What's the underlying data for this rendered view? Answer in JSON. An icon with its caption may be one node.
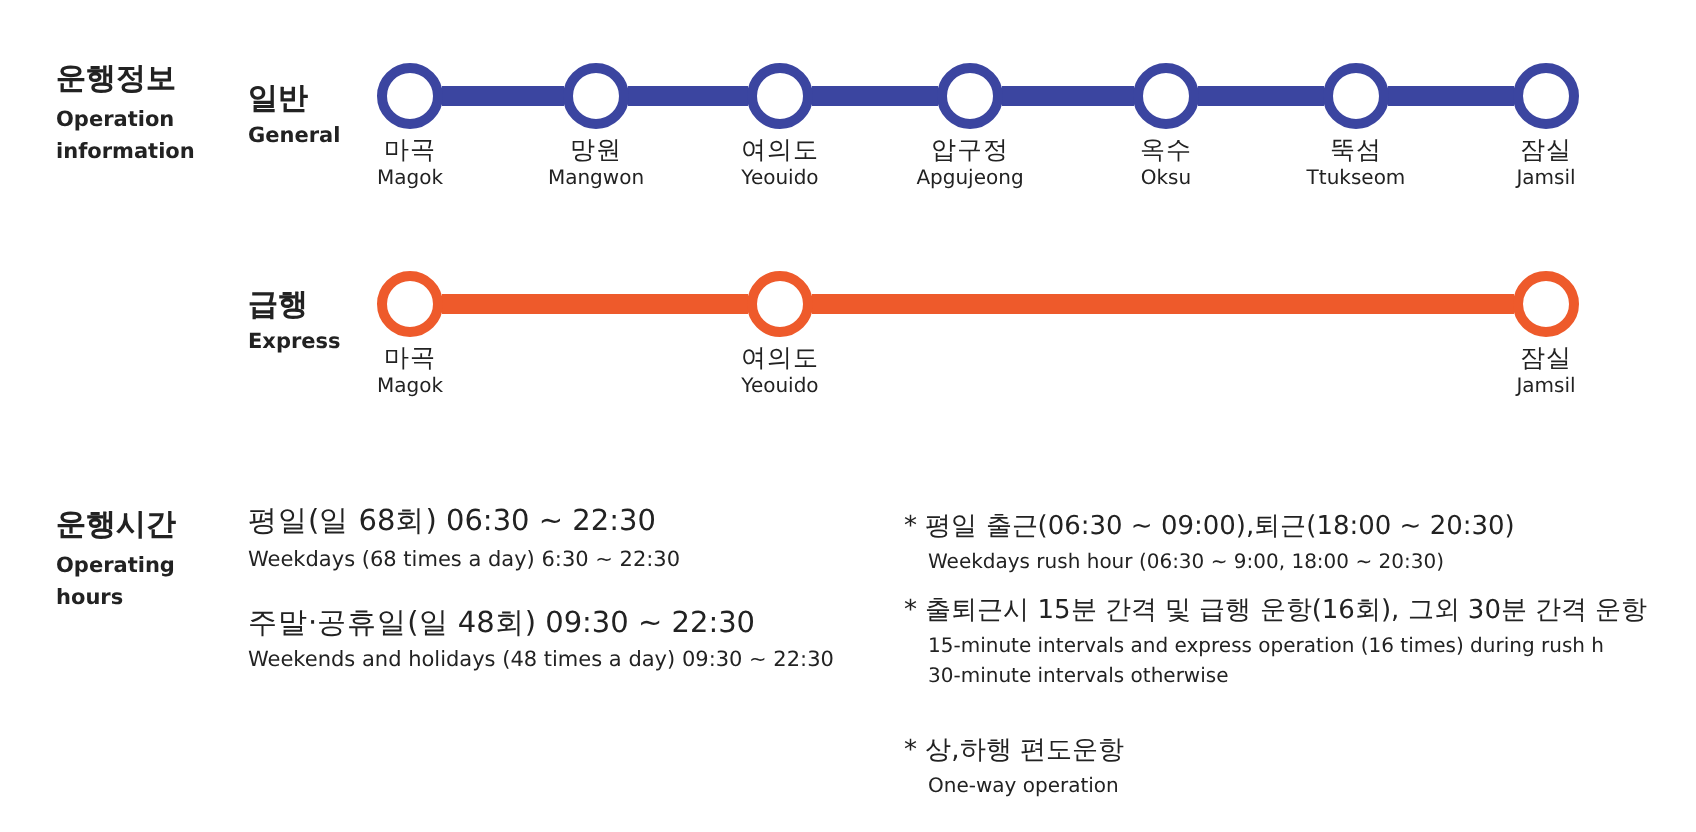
{
  "diagram": {
    "nodes": [
      {
        "text": [
          "마곡",
          "Magok"
        ]
      },
      {
        "text": [
          "망원",
          "Mangwon"
        ]
      },
      {
        "text": [
          "여의도",
          "Yeouido"
        ]
      },
      {
        "text": [
          "압구정",
          "Apgujeong"
        ]
      },
      {
        "text": [
          "옥수",
          "Oksu"
        ]
      },
      {
        "text": [
          "뚝섬",
          "Ttukseom"
        ]
      },
      {
        "text": [
          "잠실",
          "Jamsil"
        ]
      },
      {
        "text": [
          "마곡",
          "Magok"
        ]
      },
      {
        "text": [
          "여의도",
          "Yeouido"
        ]
      },
      {
        "text": [
          "잠실",
          "Jamsil"
        ]
      }
    ],
    "edges": [
      {
        "from": 0,
        "to": 1,
        "arrow": "none"
      },
      {
        "from": 1,
        "to": 2,
        "arrow": "none"
      },
      {
        "from": 2,
        "to": 3,
        "arrow": "none"
      },
      {
        "from": 3,
        "to": 4,
        "arrow": "none"
      },
      {
        "from": 4,
        "to": 5,
        "arrow": "none"
      },
      {
        "from": 5,
        "to": 6,
        "arrow": "none"
      },
      {
        "from": 7,
        "to": 8,
        "arrow": "none",
        "color": "#ee5a2b"
      },
      {
        "from": 8,
        "to": 9,
        "arrow": "none",
        "color": "#ee5a2b"
      }
    ],
    "labels": [
      "운행정보",
      "Operation information",
      "일반",
      "General",
      "급행",
      "Express",
      "운행시간",
      "Operating hours",
      "평일(일 68회) 06:30 ~ 22:30",
      "Weekdays (68 times a day) 6:30 ~ 22:30",
      "* 평일 출근(06:30 ~ 09:00),퇴근(18:00 ~ 20:30)",
      "Weekdays rush hour (06:30 ~ 9:00, 18:00 ~ 20:30)",
      "* 출퇴근시 15분 간격 및 급행 운항(16회), 그외 30분 간격 운항",
      "15-minute intervals and express operation (16 times) during rush h 30-minute intervals otherwise",
      "주말·공휴일(일 48회) 09:30 ~ 22:30",
      "Weekends and holidays (48 times a day) 09:30 ~ 22:30",
      "* 상,하행 편도운항",
      "One-way operation"
    ]
  }
}
